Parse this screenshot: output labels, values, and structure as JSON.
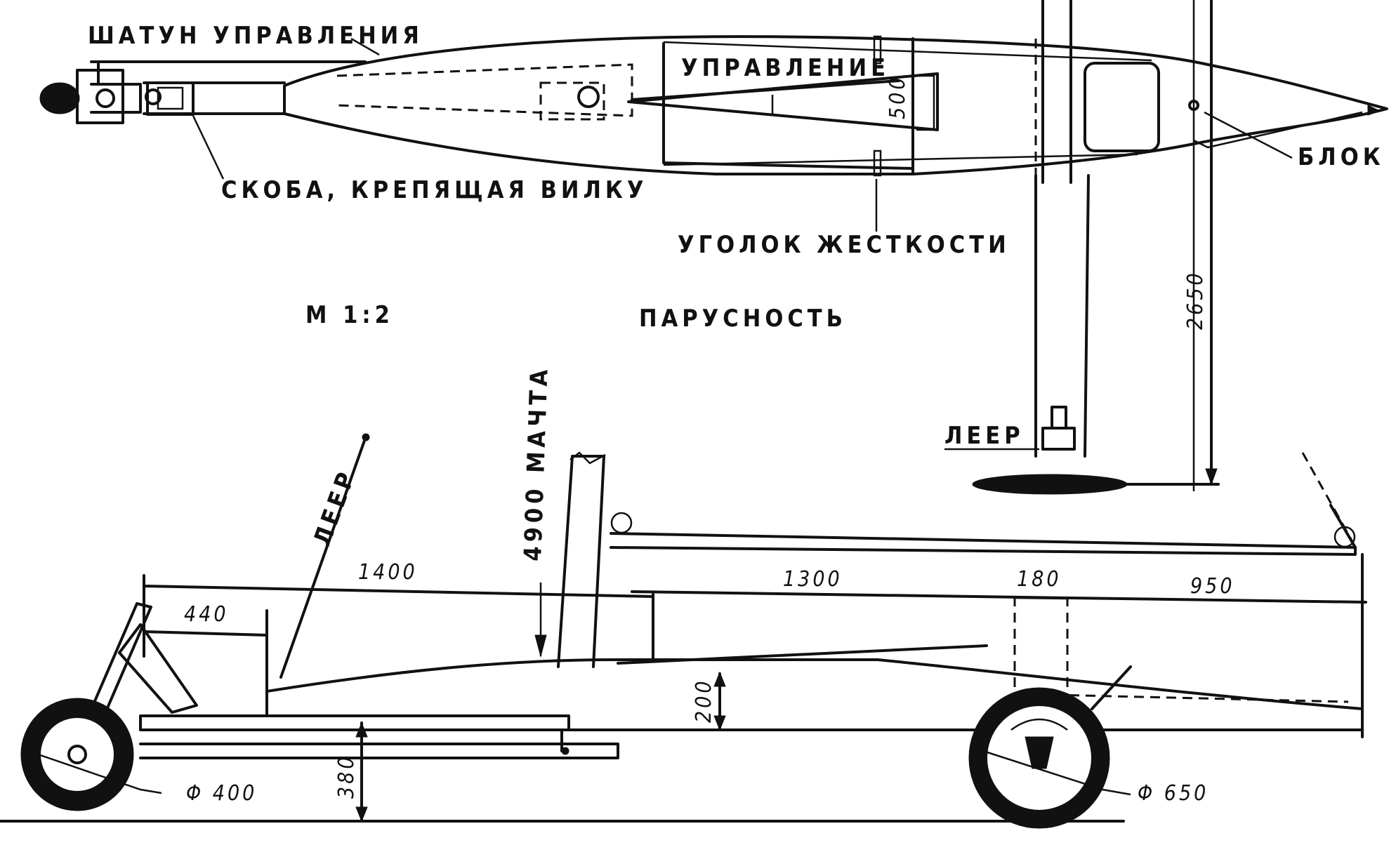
{
  "labels": {
    "control_rod": "ШАТУН УПРАВЛЕНИЯ",
    "fork_bracket": "СКОБА, КРЕПЯЩАЯ ВИЛКУ",
    "steering": "УПРАВЛЕНИЕ",
    "stiffener": "УГОЛОК ЖЕСТКОСТИ",
    "block": "БЛОК",
    "scale": "М 1:2",
    "sail_area": "ПАРУСНОСТЬ",
    "guy_rail_top": "ЛЕЕР",
    "guy_rail_side": "ЛЕЕР",
    "mast": "4900 МАЧТА"
  },
  "dimensions": {
    "width_500": "500",
    "height_2650": "2650",
    "length_1400": "1400",
    "length_440": "440",
    "length_1300": "1300",
    "length_180": "180",
    "length_950": "950",
    "height_200": "200",
    "height_380": "380",
    "front_wheel": "Φ 400",
    "rear_wheel": "Φ 650"
  }
}
